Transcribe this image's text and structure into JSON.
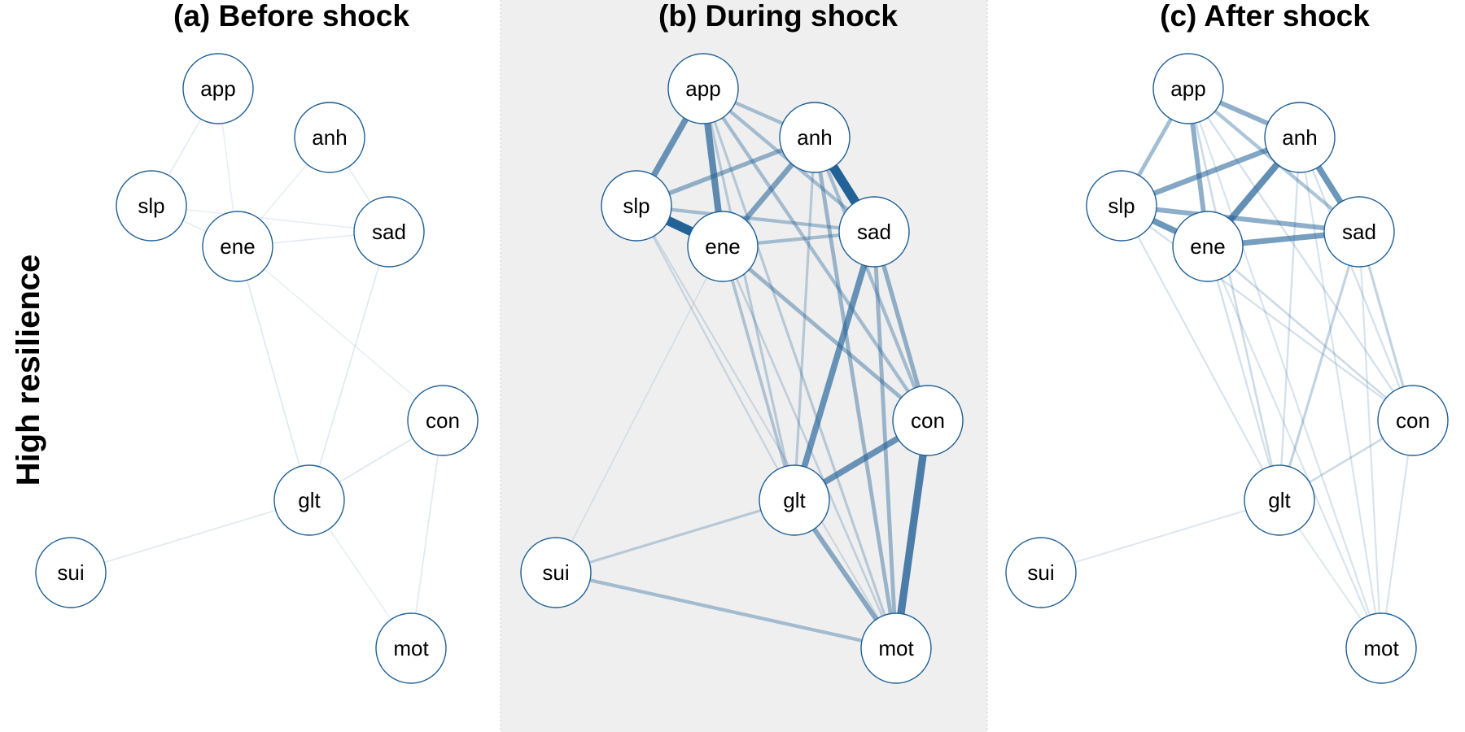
{
  "row_label": "High resilience",
  "colors": {
    "edge": "#1f5f95",
    "node_stroke": "#1f5f95",
    "highlight_bg": "#efefef"
  },
  "nodes": [
    "app",
    "anh",
    "slp",
    "ene",
    "sad",
    "con",
    "glt",
    "sui",
    "mot"
  ],
  "panels": [
    {
      "title": "(a) Before shock",
      "highlighted": false,
      "edges": [
        {
          "from": "app",
          "to": "slp",
          "weight": 0.05
        },
        {
          "from": "app",
          "to": "ene",
          "weight": 0.04
        },
        {
          "from": "anh",
          "to": "ene",
          "weight": 0.04
        },
        {
          "from": "anh",
          "to": "sad",
          "weight": 0.05
        },
        {
          "from": "slp",
          "to": "ene",
          "weight": 0.05
        },
        {
          "from": "slp",
          "to": "sad",
          "weight": 0.04
        },
        {
          "from": "ene",
          "to": "sad",
          "weight": 0.05
        },
        {
          "from": "ene",
          "to": "glt",
          "weight": 0.06
        },
        {
          "from": "ene",
          "to": "con",
          "weight": 0.04
        },
        {
          "from": "sad",
          "to": "glt",
          "weight": 0.06
        },
        {
          "from": "con",
          "to": "glt",
          "weight": 0.07
        },
        {
          "from": "con",
          "to": "mot",
          "weight": 0.06
        },
        {
          "from": "glt",
          "to": "sui",
          "weight": 0.06
        },
        {
          "from": "glt",
          "to": "mot",
          "weight": 0.04
        }
      ]
    },
    {
      "title": "(b) During shock",
      "highlighted": true,
      "edges": [
        {
          "from": "app",
          "to": "slp",
          "weight": 0.6
        },
        {
          "from": "app",
          "to": "ene",
          "weight": 0.65
        },
        {
          "from": "app",
          "to": "anh",
          "weight": 0.3
        },
        {
          "from": "app",
          "to": "sad",
          "weight": 0.3
        },
        {
          "from": "app",
          "to": "glt",
          "weight": 0.2
        },
        {
          "from": "app",
          "to": "con",
          "weight": 0.3
        },
        {
          "from": "app",
          "to": "mot",
          "weight": 0.2
        },
        {
          "from": "anh",
          "to": "slp",
          "weight": 0.4
        },
        {
          "from": "anh",
          "to": "ene",
          "weight": 0.5
        },
        {
          "from": "anh",
          "to": "sad",
          "weight": 0.95
        },
        {
          "from": "anh",
          "to": "mot",
          "weight": 0.35
        },
        {
          "from": "anh",
          "to": "glt",
          "weight": 0.2
        },
        {
          "from": "anh",
          "to": "con",
          "weight": 0.3
        },
        {
          "from": "slp",
          "to": "ene",
          "weight": 0.95
        },
        {
          "from": "slp",
          "to": "sad",
          "weight": 0.3
        },
        {
          "from": "slp",
          "to": "glt",
          "weight": 0.12
        },
        {
          "from": "slp",
          "to": "mot",
          "weight": 0.1
        },
        {
          "from": "ene",
          "to": "sad",
          "weight": 0.3
        },
        {
          "from": "ene",
          "to": "con",
          "weight": 0.35
        },
        {
          "from": "ene",
          "to": "glt",
          "weight": 0.25
        },
        {
          "from": "ene",
          "to": "mot",
          "weight": 0.15
        },
        {
          "from": "sad",
          "to": "glt",
          "weight": 0.6
        },
        {
          "from": "sad",
          "to": "con",
          "weight": 0.4
        },
        {
          "from": "sad",
          "to": "mot",
          "weight": 0.35
        },
        {
          "from": "con",
          "to": "glt",
          "weight": 0.6
        },
        {
          "from": "con",
          "to": "mot",
          "weight": 0.75
        },
        {
          "from": "glt",
          "to": "mot",
          "weight": 0.45
        },
        {
          "from": "glt",
          "to": "sui",
          "weight": 0.2
        },
        {
          "from": "sui",
          "to": "mot",
          "weight": 0.3
        },
        {
          "from": "sui",
          "to": "ene",
          "weight": 0.05
        }
      ]
    },
    {
      "title": "(c) After shock",
      "highlighted": false,
      "edges": [
        {
          "from": "app",
          "to": "slp",
          "weight": 0.35
        },
        {
          "from": "app",
          "to": "ene",
          "weight": 0.45
        },
        {
          "from": "app",
          "to": "anh",
          "weight": 0.45
        },
        {
          "from": "app",
          "to": "sad",
          "weight": 0.3
        },
        {
          "from": "app",
          "to": "glt",
          "weight": 0.15
        },
        {
          "from": "app",
          "to": "con",
          "weight": 0.12
        },
        {
          "from": "app",
          "to": "mot",
          "weight": 0.1
        },
        {
          "from": "anh",
          "to": "slp",
          "weight": 0.5
        },
        {
          "from": "anh",
          "to": "ene",
          "weight": 0.65
        },
        {
          "from": "anh",
          "to": "sad",
          "weight": 0.6
        },
        {
          "from": "anh",
          "to": "glt",
          "weight": 0.12
        },
        {
          "from": "anh",
          "to": "con",
          "weight": 0.12
        },
        {
          "from": "anh",
          "to": "mot",
          "weight": 0.1
        },
        {
          "from": "slp",
          "to": "ene",
          "weight": 0.6
        },
        {
          "from": "slp",
          "to": "sad",
          "weight": 0.45
        },
        {
          "from": "slp",
          "to": "glt",
          "weight": 0.1
        },
        {
          "from": "slp",
          "to": "con",
          "weight": 0.12
        },
        {
          "from": "ene",
          "to": "sad",
          "weight": 0.55
        },
        {
          "from": "ene",
          "to": "con",
          "weight": 0.15
        },
        {
          "from": "ene",
          "to": "glt",
          "weight": 0.12
        },
        {
          "from": "ene",
          "to": "mot",
          "weight": 0.1
        },
        {
          "from": "sad",
          "to": "glt",
          "weight": 0.2
        },
        {
          "from": "sad",
          "to": "con",
          "weight": 0.2
        },
        {
          "from": "sad",
          "to": "mot",
          "weight": 0.1
        },
        {
          "from": "con",
          "to": "glt",
          "weight": 0.15
        },
        {
          "from": "con",
          "to": "mot",
          "weight": 0.1
        },
        {
          "from": "glt",
          "to": "sui",
          "weight": 0.08
        },
        {
          "from": "glt",
          "to": "mot",
          "weight": 0.08
        }
      ]
    }
  ]
}
